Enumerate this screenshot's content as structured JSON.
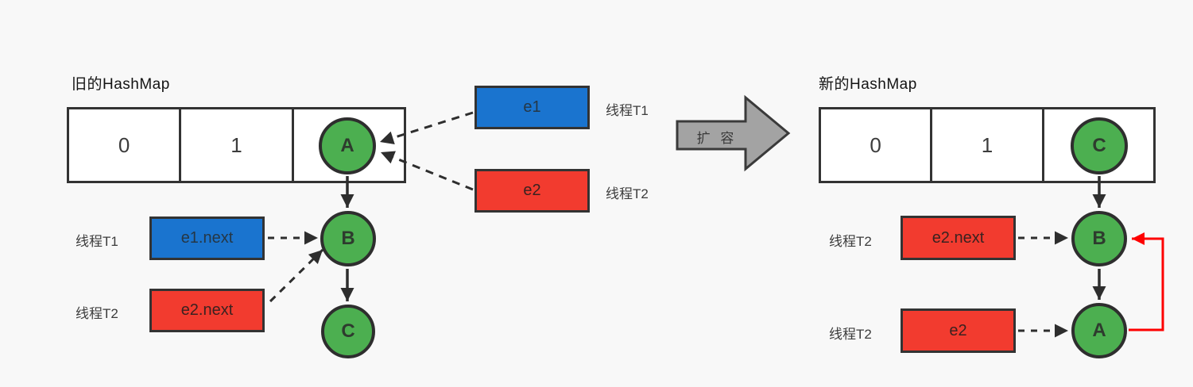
{
  "colors": {
    "background": "#f8f8f8",
    "blue_box": "#1a74cf",
    "red_box": "#f23b2f",
    "green_node": "#4caf50",
    "outline": "#333333",
    "resize_arrow_fill": "#a3a3a3",
    "resize_arrow_border": "#3a3a3a",
    "cycle_arrow_red": "#fe0000"
  },
  "old_hashmap": {
    "title": "旧的HashMap",
    "buckets": [
      "0",
      "1",
      ""
    ],
    "nodes": [
      "A",
      "B",
      "C"
    ],
    "pointers": [
      {
        "label": "e1",
        "thread": "线程T1",
        "color": "blue",
        "target": "A"
      },
      {
        "label": "e2",
        "thread": "线程T2",
        "color": "red",
        "target": "A"
      },
      {
        "label": "e1.next",
        "thread": "线程T1",
        "color": "blue",
        "target": "B"
      },
      {
        "label": "e2.next",
        "thread": "线程T2",
        "color": "red",
        "target": "B"
      }
    ]
  },
  "transition": {
    "label": "扩 容"
  },
  "new_hashmap": {
    "title": "新的HashMap",
    "buckets": [
      "0",
      "1",
      ""
    ],
    "nodes": [
      "C",
      "B",
      "A"
    ],
    "pointers": [
      {
        "label": "e2.next",
        "thread": "线程T2",
        "color": "red",
        "target": "B"
      },
      {
        "label": "e2",
        "thread": "线程T2",
        "color": "red",
        "target": "A"
      }
    ],
    "cycle": "A→B→A"
  }
}
